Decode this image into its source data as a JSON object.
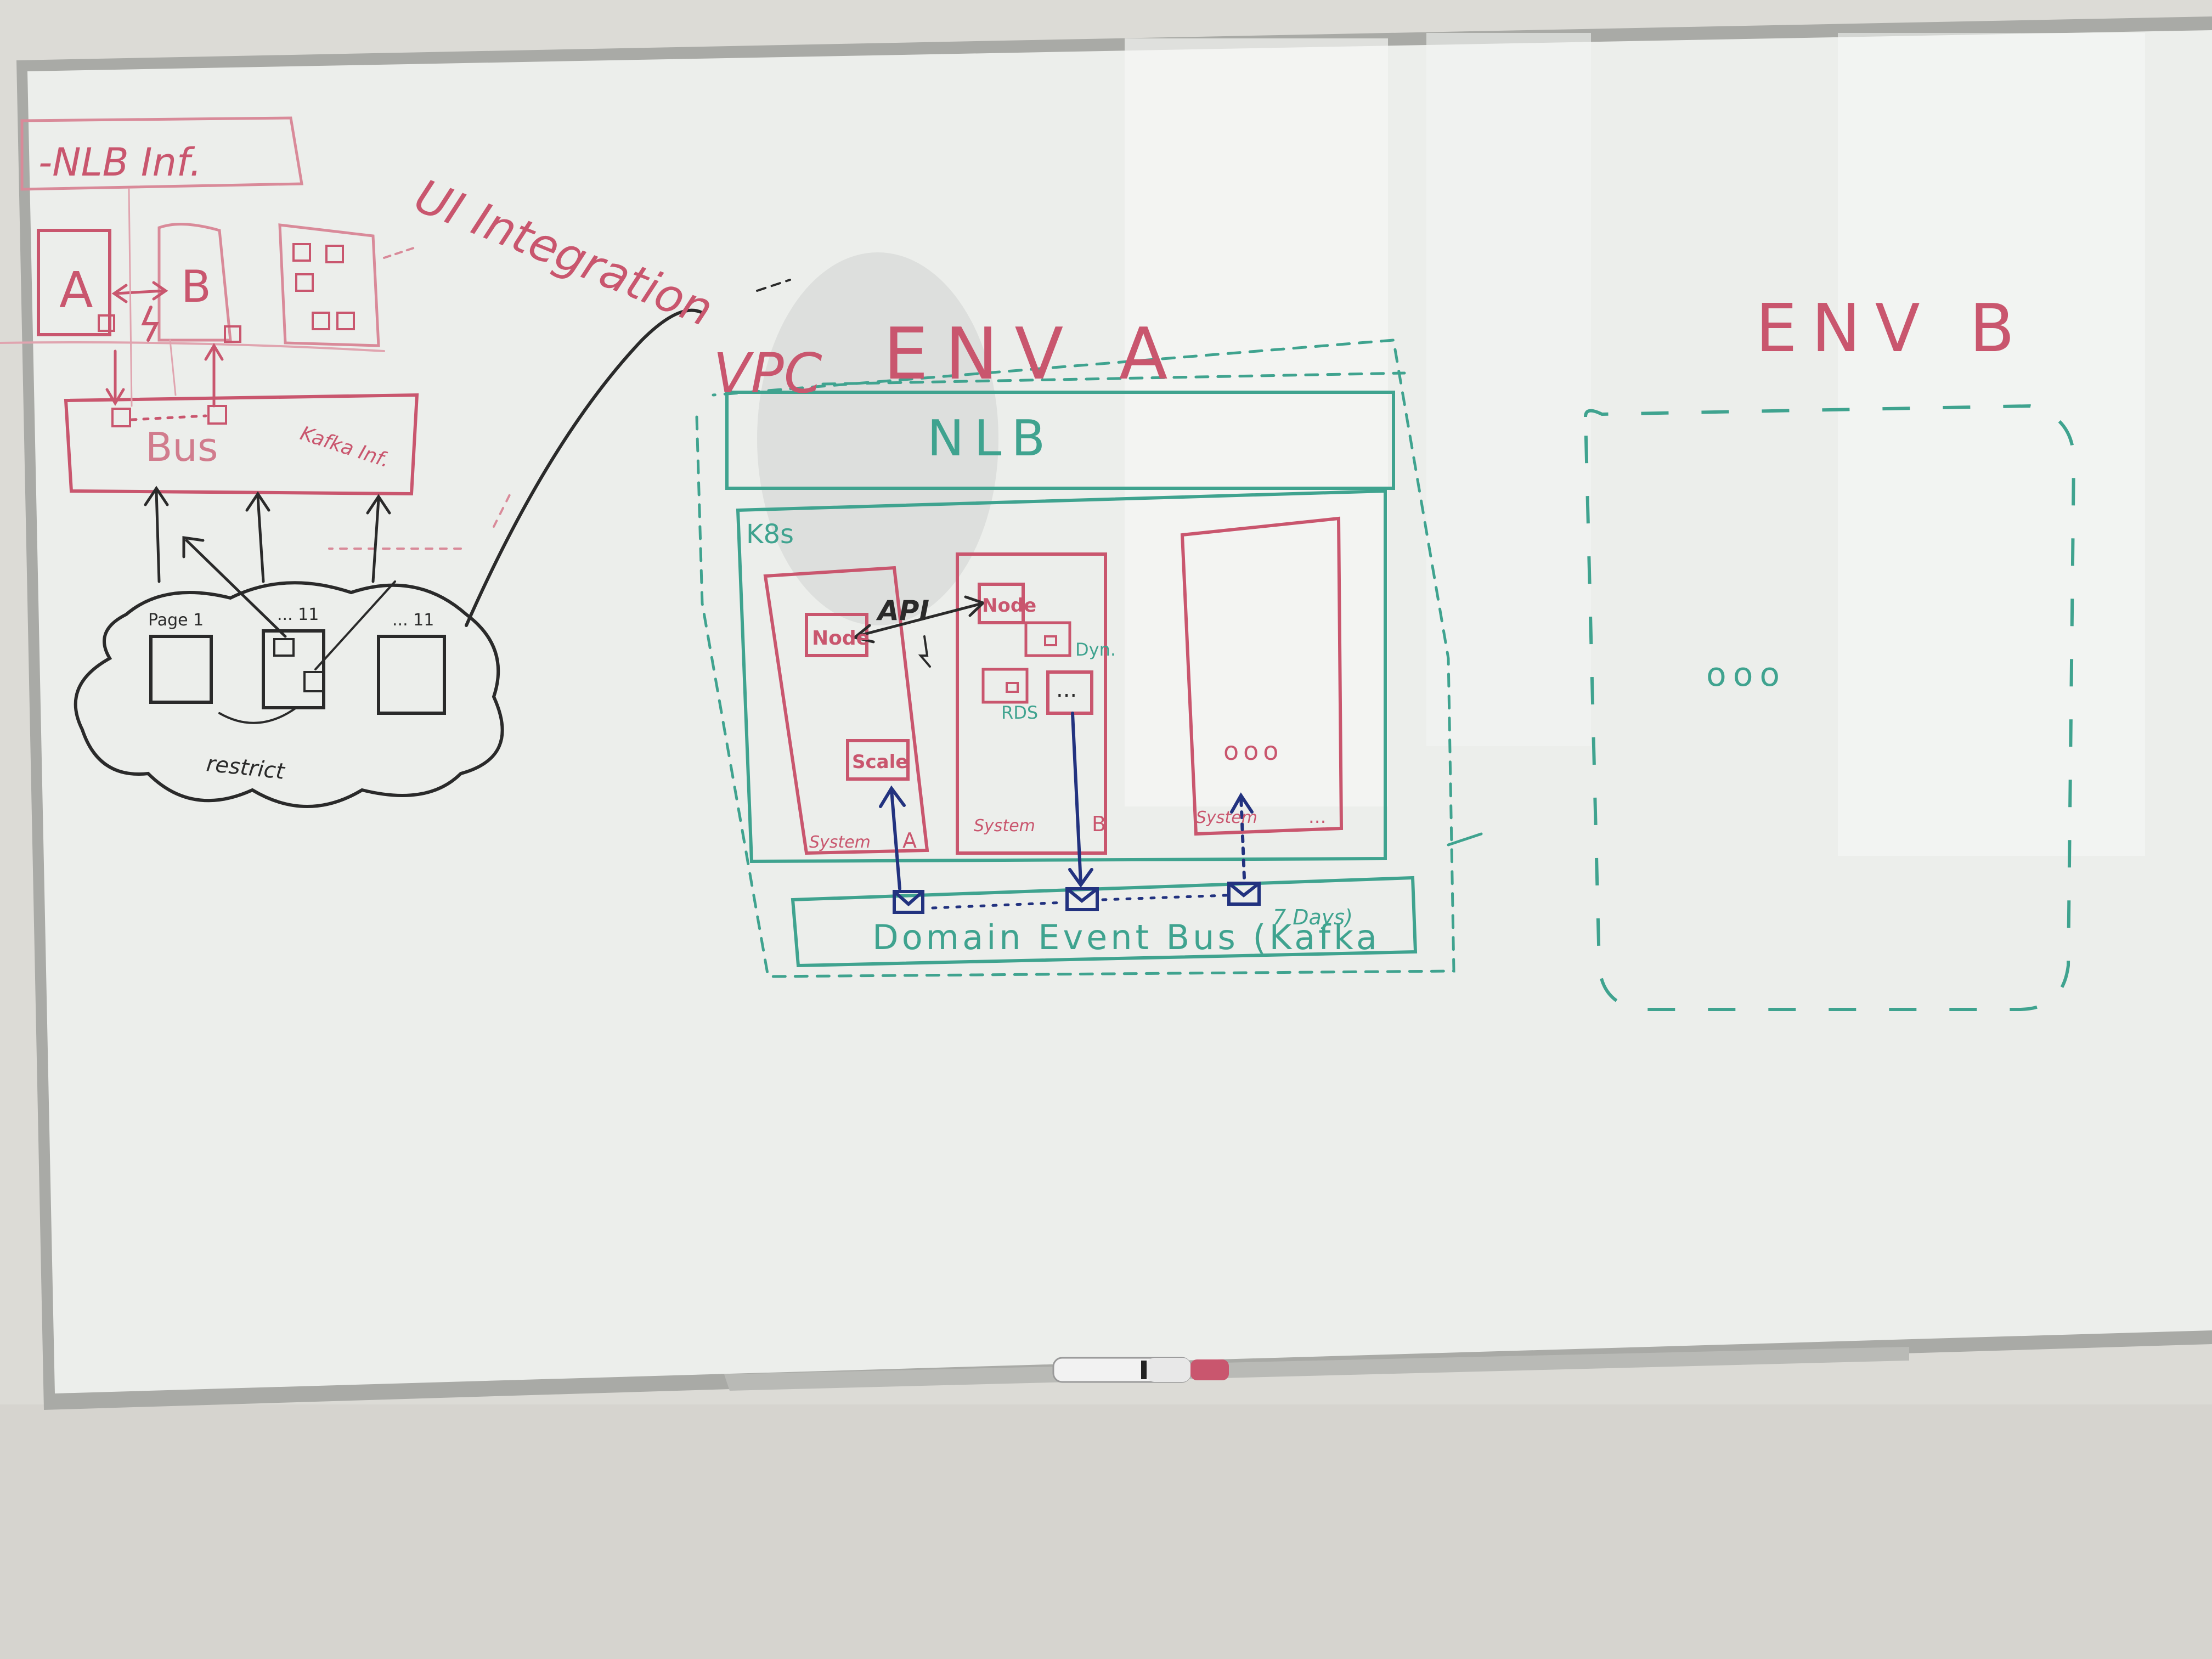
{
  "colors": {
    "marker_pink": "#c9566e",
    "marker_teal": "#3fa38f",
    "marker_black": "#2a2a2a",
    "marker_navy": "#22327f",
    "whiteboard": "#eef0ee",
    "frame": "#a9aaa6",
    "wall": "#d9d8d3"
  },
  "left_sketch": {
    "header": "-NLB Inf.",
    "box_a": "A",
    "box_b": "B",
    "bus": "Bus",
    "kafka": "Kafka Inf.",
    "page1": "Page 1",
    "page2": "... 11",
    "page3": "... 11",
    "restrict": "restrict"
  },
  "ui_integration": "UI Integration",
  "env_a": {
    "vpc": "VPC",
    "title": "ENV A",
    "nlb": "NLB",
    "k8s": "K8s",
    "node1": "Node",
    "node2": "Node",
    "api": "API",
    "scale": "Scale",
    "dyn": "Dyn.",
    "rds": "RDS",
    "dots_small": "...",
    "dots_circles": "ooo",
    "system_a": "System",
    "system_a_letter": "A",
    "system_b": "System",
    "system_b_letter": "B",
    "system_c": "System",
    "system_c_dots": "...",
    "bus": "Domain Event Bus (Kafka",
    "bus_suffix": "7 Days)"
  },
  "env_b": {
    "title": "ENV B",
    "dots": "ooo"
  }
}
